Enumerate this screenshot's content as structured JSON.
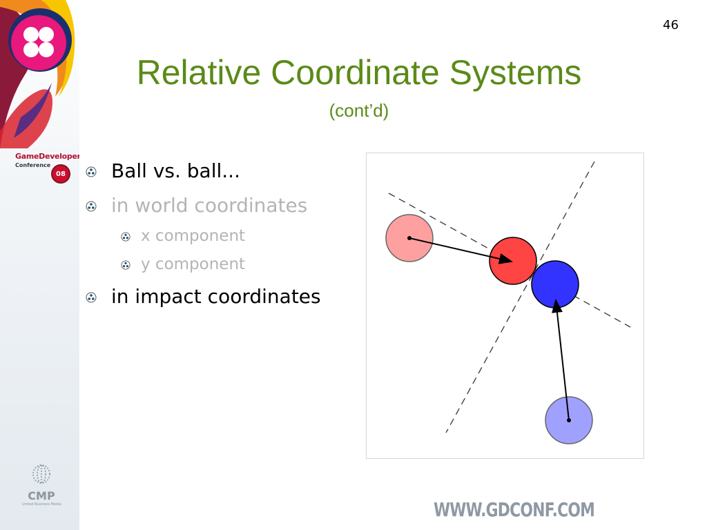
{
  "slide": {
    "page_number": "46",
    "title": "Relative Coordinate Systems",
    "subtitle": "(cont’d)"
  },
  "branding": {
    "gdc_line1": "GameDevelopers",
    "gdc_line2": "Conference",
    "gdc_badge": "08",
    "cmp_text": "CMP",
    "cmp_sub": "United Business Media",
    "url": "WWW.GDCONF.COM"
  },
  "bullets": [
    {
      "text": "Ball vs. ball...",
      "level": 1,
      "color": "#000000"
    },
    {
      "text": "in world coordinates",
      "level": 1,
      "color": "#b4b4b4"
    },
    {
      "text": "x component",
      "level": 2,
      "color": "#b4b4b4"
    },
    {
      "text": "y component",
      "level": 2,
      "color": "#b4b4b4"
    },
    {
      "text": "in impact coordinates",
      "level": 1,
      "color": "#000000"
    }
  ],
  "colors": {
    "title": "#5b8a18",
    "red_ball": "#ff4444",
    "red_ball_faded": "#ffa0a0",
    "blue_ball": "#3333ff",
    "blue_ball_faded": "#a0a0ff"
  },
  "icons": {
    "bullet": "trefoil-bullet-icon"
  }
}
